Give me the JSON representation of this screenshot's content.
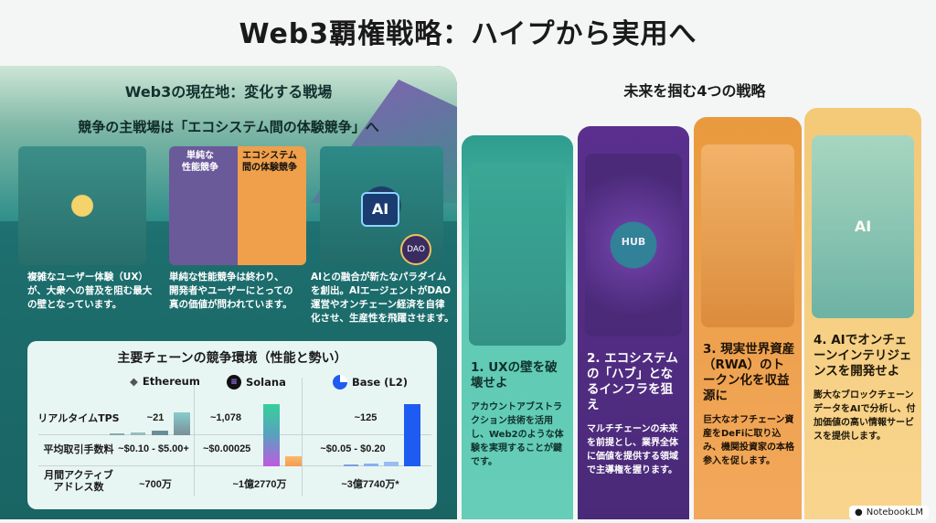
{
  "title": "Web3覇権戦略：ハイプから実用へ",
  "left": {
    "heading": "Web3の現在地：変化する戦場",
    "subheading": "競争の主戦場は「エコシステム間の体験競争」へ",
    "illustration_labels": {
      "a": "単純な\n性能競争",
      "b": "エコシステム\n間の体験競争",
      "ai": "AI",
      "dao": "DAO"
    },
    "captions": [
      "複雑なユーザー体験（UX）\nが、大衆への普及を阻む最大\nの壁となっています。",
      "単純な性能競争は終わり、\n開発者やユーザーにとっての\n真の価値が問われています。",
      "AIとの融合が新たなパラダイム\nを創出。AIエージェントがDAO\n運営やオンチェーン経済を自律\n化させ、生産性を飛躍させます。"
    ],
    "table": {
      "title": "主要チェーンの競争環境（性能と勢い）",
      "chains": [
        "Ethereum",
        "Solana",
        "Base (L2)"
      ],
      "rows": [
        {
          "label": "リアルタイムTPS",
          "values": [
            "~21",
            "~1,078",
            "~125"
          ]
        },
        {
          "label": "平均取引手数料",
          "values": [
            "~$0.10 - $5.00+",
            "~$0.00025",
            "~$0.05 - $0.20"
          ]
        },
        {
          "label": "月間アクティブ\nアドレス数",
          "values": [
            "~700万",
            "~1億2770万",
            "~3億7740万*"
          ]
        }
      ]
    }
  },
  "right": {
    "heading": "未来を掴む4つの戦略",
    "hub_label": "HUB",
    "ai_label": "AI",
    "strategies": [
      {
        "title": "1. UXの壁を破壊せよ",
        "body": "アカウントアブストラクション技術を活用し、Web2のような体験を実現することが鍵です。"
      },
      {
        "title": "2. エコシステムの「ハブ」となるインフラを狙え",
        "body": "マルチチェーンの未来を前提とし、業界全体に価値を提供する領域で主導権を握ります。"
      },
      {
        "title": "3. 現実世界資産（RWA）のトークン化を収益源に",
        "body": "巨大なオフチェーン資産をDeFiに取り込み、機関投資家の本格参入を促します。"
      },
      {
        "title": "4. AIでオンチェーンインテリジェンスを開発せよ",
        "body": "膨大なブロックチェーンデータをAIで分析し、付加価値の高い情報サービスを提供します。"
      }
    ]
  },
  "badge": "NotebookLM"
}
